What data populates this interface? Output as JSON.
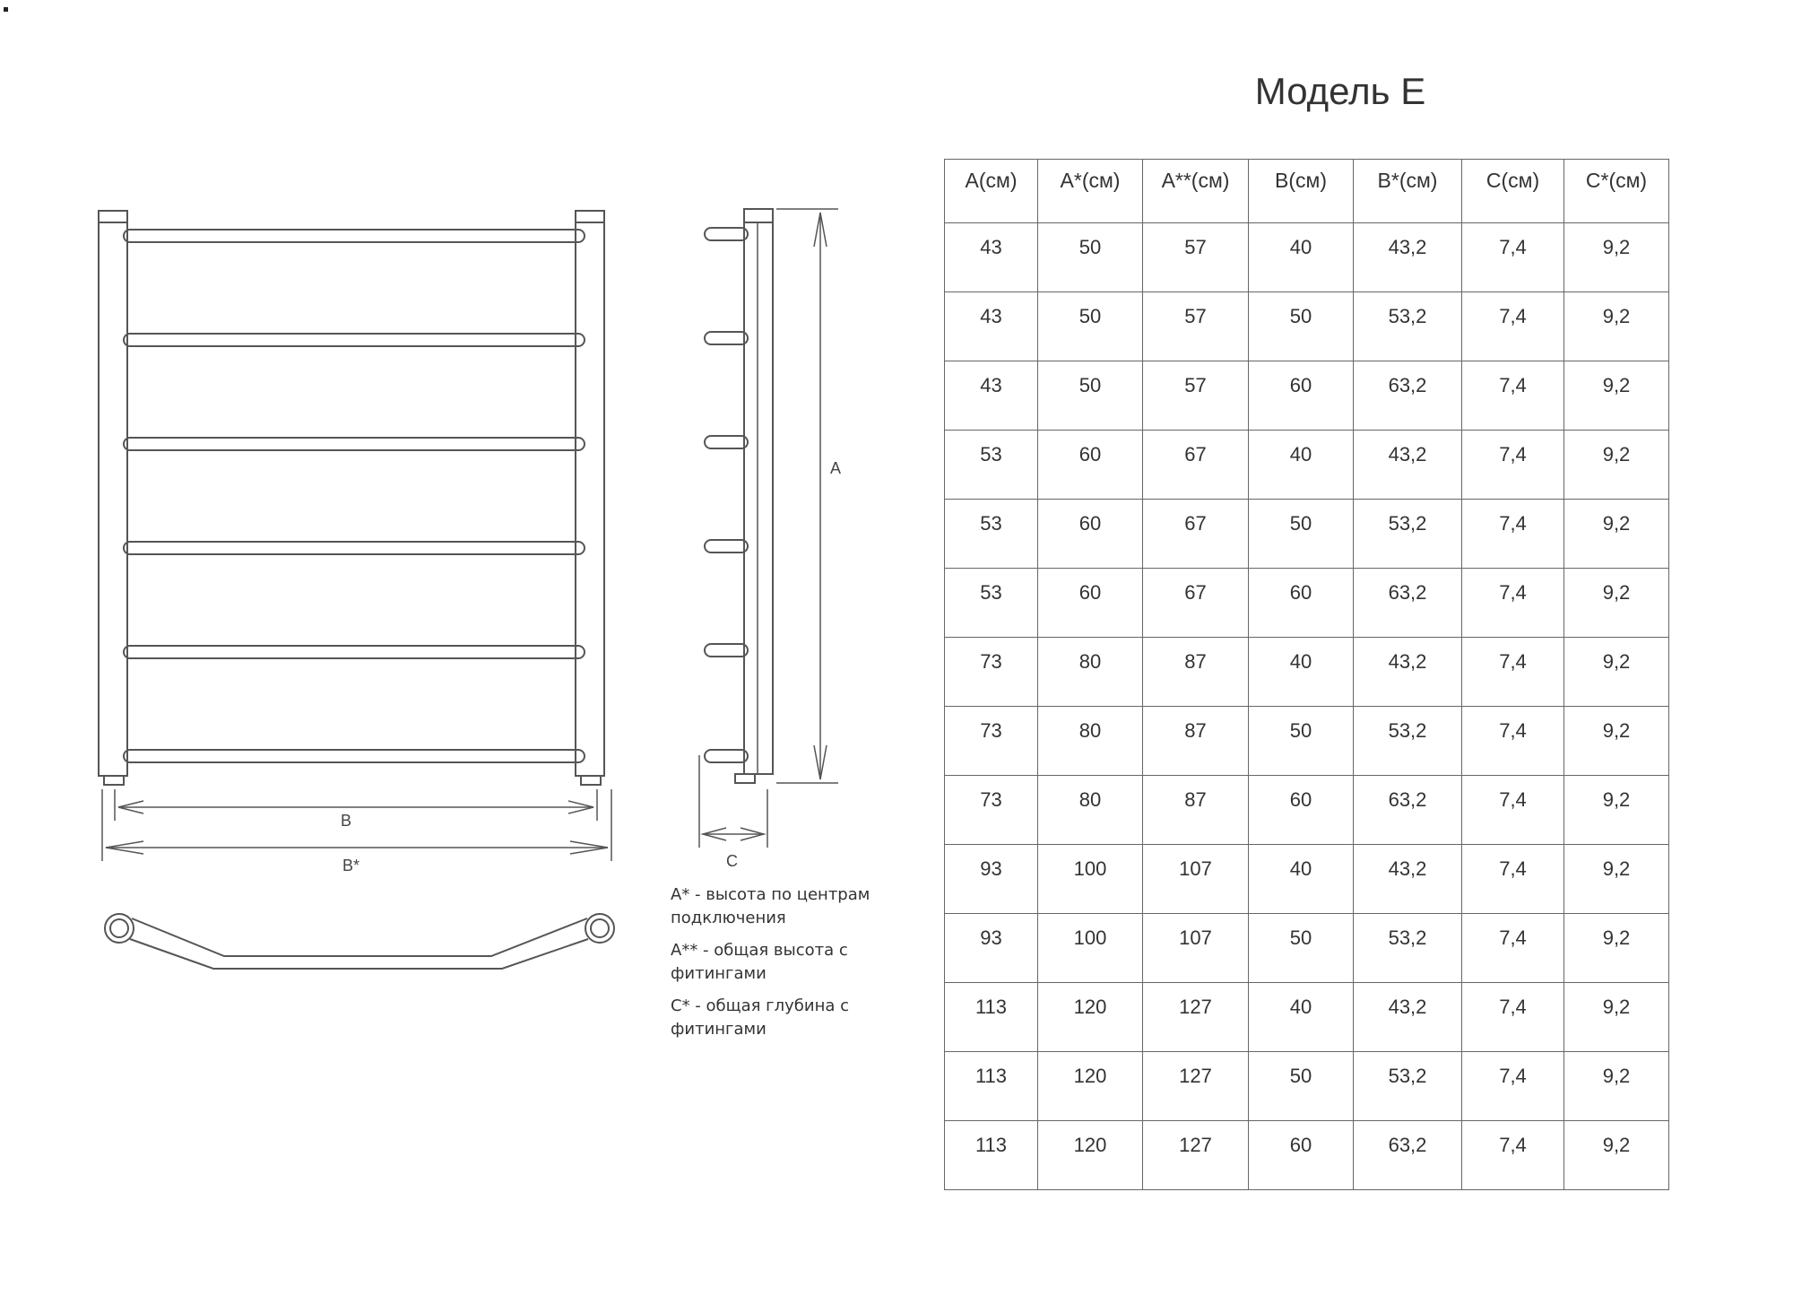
{
  "title": "Модель Е",
  "dimension_labels": {
    "a": "A",
    "b": "B",
    "b_star": "B*",
    "c": "C"
  },
  "notes": [
    "A* - высота по центрам подключения",
    "A** - общая высота с фитингами",
    "C* - общая глубина с фитингами"
  ],
  "table": {
    "headers": [
      "A(см)",
      "A*(см)",
      "A**(см)",
      "B(см)",
      "B*(см)",
      "C(см)",
      "C*(см)"
    ],
    "rows": [
      [
        "43",
        "50",
        "57",
        "40",
        "43,2",
        "7,4",
        "9,2"
      ],
      [
        "43",
        "50",
        "57",
        "50",
        "53,2",
        "7,4",
        "9,2"
      ],
      [
        "43",
        "50",
        "57",
        "60",
        "63,2",
        "7,4",
        "9,2"
      ],
      [
        "53",
        "60",
        "67",
        "40",
        "43,2",
        "7,4",
        "9,2"
      ],
      [
        "53",
        "60",
        "67",
        "50",
        "53,2",
        "7,4",
        "9,2"
      ],
      [
        "53",
        "60",
        "67",
        "60",
        "63,2",
        "7,4",
        "9,2"
      ],
      [
        "73",
        "80",
        "87",
        "40",
        "43,2",
        "7,4",
        "9,2"
      ],
      [
        "73",
        "80",
        "87",
        "50",
        "53,2",
        "7,4",
        "9,2"
      ],
      [
        "73",
        "80",
        "87",
        "60",
        "63,2",
        "7,4",
        "9,2"
      ],
      [
        "93",
        "100",
        "107",
        "40",
        "43,2",
        "7,4",
        "9,2"
      ],
      [
        "93",
        "100",
        "107",
        "50",
        "53,2",
        "7,4",
        "9,2"
      ],
      [
        "113",
        "120",
        "127",
        "40",
        "43,2",
        "7,4",
        "9,2"
      ],
      [
        "113",
        "120",
        "127",
        "50",
        "53,2",
        "7,4",
        "9,2"
      ],
      [
        "113",
        "120",
        "127",
        "60",
        "63,2",
        "7,4",
        "9,2"
      ]
    ]
  }
}
